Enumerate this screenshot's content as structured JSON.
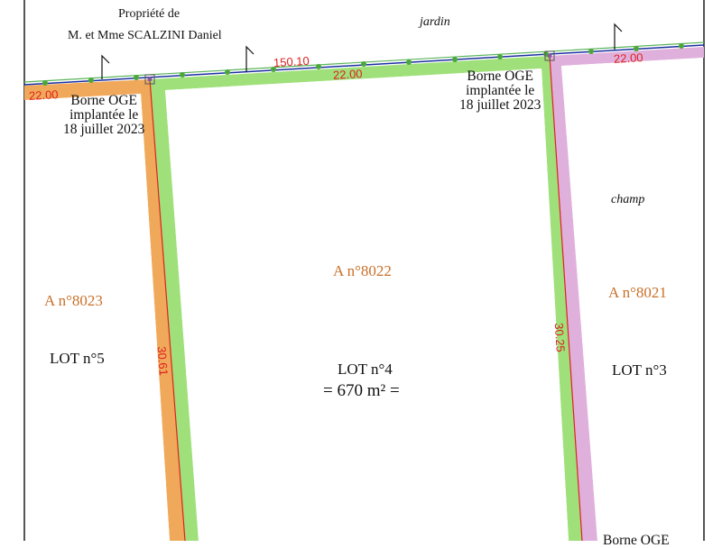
{
  "owner": {
    "line1": "Propriété de",
    "line2": "M. et Mme SCALZINI Daniel"
  },
  "places": {
    "north": "jardin",
    "east": "champ"
  },
  "bornes": [
    {
      "line1": "Borne OGE",
      "line2": "implantée le",
      "line3": "18 juillet 2023"
    },
    {
      "line1": "Borne OGE",
      "line2": "implantée le",
      "line3": "18 juillet 2023"
    }
  ],
  "bottom_partial_label": "Borne OGE",
  "dimensions": {
    "top_total": "150.10",
    "lot5_front": "22.00",
    "lot4_front": "22.00",
    "lot3_front": "22.00",
    "left_side": "30.61",
    "right_side": "30.25"
  },
  "parcels": [
    {
      "id": "A n°8023",
      "lot": "LOT n°5"
    },
    {
      "id": "A n°8022",
      "lot": "LOT n°4",
      "area": "= 670 m² ="
    },
    {
      "id": "A n°8021",
      "lot": "LOT n°3"
    }
  ],
  "colors": {
    "lot5": "#f0a95a",
    "lot4": "#9fe07a",
    "lot3": "#e0b0dc",
    "division_line": "#e02020",
    "road_line": "#1a2fa0",
    "road_edge": "#5ab55a",
    "point": "#4aa83a",
    "parcel_label": "#c8702a",
    "frame": "#555555"
  }
}
